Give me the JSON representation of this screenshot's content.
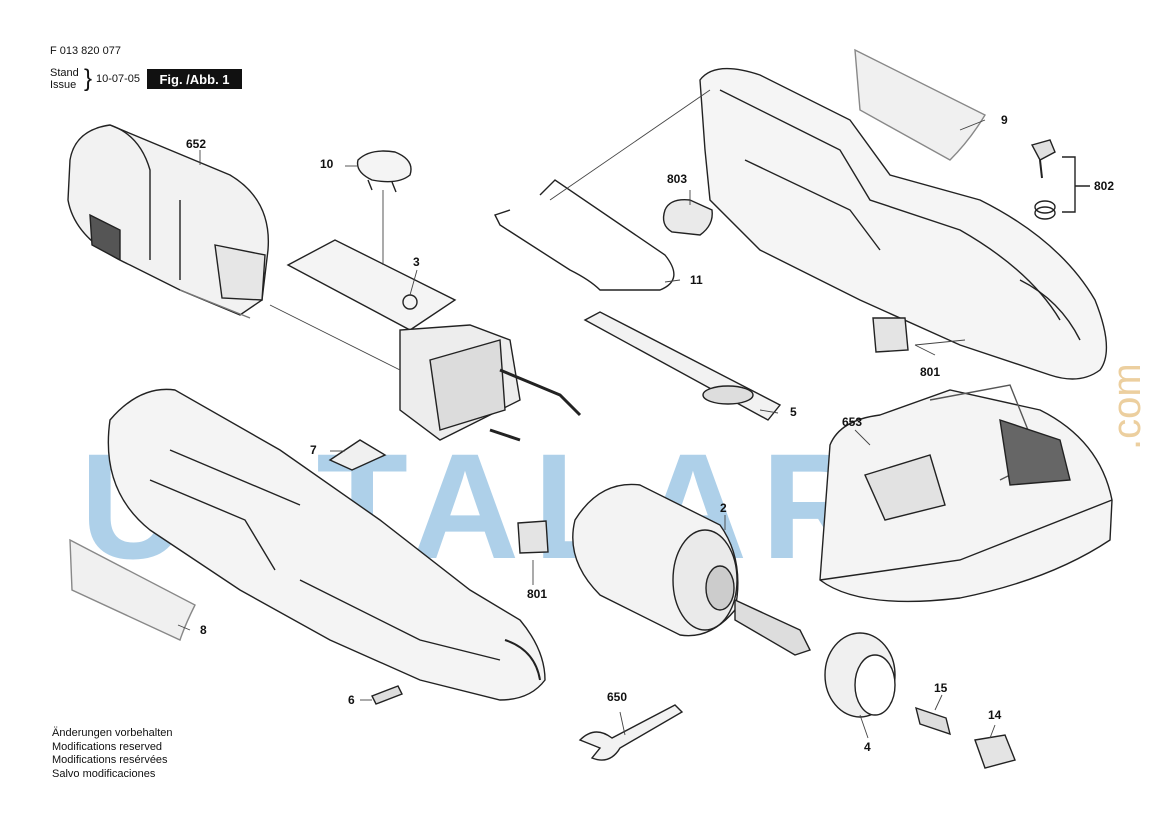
{
  "header": {
    "part_number": "F 013 820 077",
    "stand_label": "Stand",
    "issue_label": "Issue",
    "date": "10-07-05",
    "figure_label": "Fig. /Abb. 1"
  },
  "watermark": {
    "text": "USTALARA",
    "suffix": ".com"
  },
  "callouts": {
    "c652": "652",
    "c10": "10",
    "c3": "3",
    "c803": "803",
    "c9": "9",
    "c802": "802",
    "c11": "11",
    "c801a": "801",
    "c801b": "801",
    "c5": "5",
    "c653": "653",
    "c7": "7",
    "c2": "2",
    "c8": "8",
    "c6": "6",
    "c650": "650",
    "c15": "15",
    "c14": "14",
    "c4": "4"
  },
  "notes": [
    "Änderungen vorbehalten",
    "Modifications reserved",
    "Modifications resérvées",
    "Salvo modificaciones"
  ]
}
